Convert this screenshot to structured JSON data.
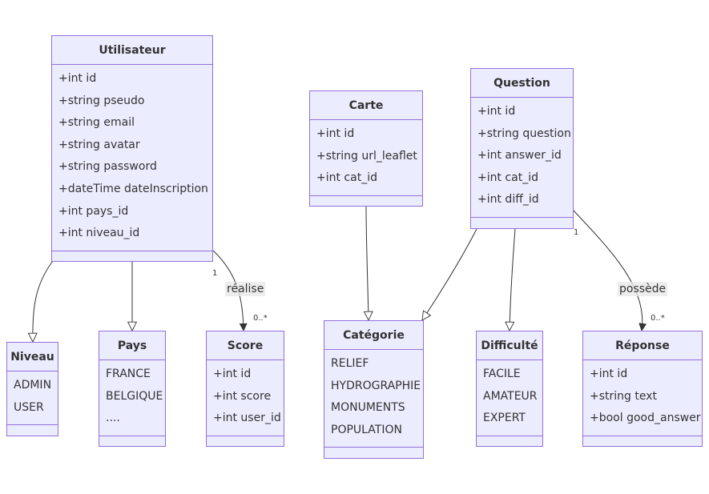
{
  "classes": [
    {
      "id": "utilisateur",
      "title": "Utilisateur",
      "members": [
        "+int id",
        "+string pseudo",
        "+string email",
        "+string avatar",
        "+string password",
        "+dateTime dateInscription",
        "+int pays_id",
        "+int niveau_id"
      ]
    },
    {
      "id": "carte",
      "title": "Carte",
      "members": [
        "+int id",
        "+string url_leaflet",
        "+int cat_id"
      ]
    },
    {
      "id": "question",
      "title": "Question",
      "members": [
        "+int id",
        "+string question",
        "+int answer_id",
        "+int cat_id",
        "+int diff_id"
      ]
    },
    {
      "id": "niveau",
      "title": "Niveau",
      "members": [
        "ADMIN",
        "USER"
      ]
    },
    {
      "id": "pays",
      "title": "Pays",
      "members": [
        "FRANCE",
        "BELGIQUE",
        "...."
      ]
    },
    {
      "id": "score",
      "title": "Score",
      "members": [
        "+int id",
        "+int score",
        "+int user_id"
      ]
    },
    {
      "id": "categorie",
      "title": "Catégorie",
      "members": [
        "RELIEF",
        "HYDROGRAPHIE",
        "MONUMENTS",
        "POPULATION"
      ]
    },
    {
      "id": "difficulte",
      "title": "Difficulté",
      "members": [
        "FACILE",
        "AMATEUR",
        "EXPERT"
      ]
    },
    {
      "id": "reponse",
      "title": "Réponse",
      "members": [
        "+int id",
        "+string text",
        "+bool good_answer"
      ]
    }
  ],
  "relations": {
    "realise": {
      "label": "réalise",
      "from_card": "1",
      "to_card": "0..*"
    },
    "possede": {
      "label": "possède",
      "from_card": "1",
      "to_card": "0..*"
    }
  },
  "colors": {
    "box_fill": "#ececff",
    "box_stroke": "#9370db",
    "line": "#333333",
    "text": "#333333"
  }
}
